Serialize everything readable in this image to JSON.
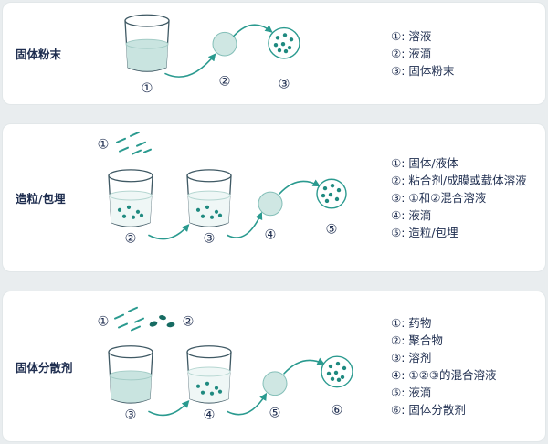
{
  "colors": {
    "accent_teal": "#2a9a8f",
    "liquid_fill": "#c9e4e0",
    "dot_teal": "#1f8a80",
    "text": "#1e2d4f",
    "panel_bg": "#ffffff",
    "page_bg": "#e9edef"
  },
  "panels": [
    {
      "title": "固体粉末",
      "steps": [
        "①",
        "②",
        "③"
      ],
      "legend": [
        "①: 溶液",
        "②: 液滴",
        "③: 固体粉末"
      ]
    },
    {
      "title": "造粒/包埋",
      "steps": [
        "①",
        "②",
        "③",
        "④",
        "⑤"
      ],
      "legend": [
        "①: 固体/液体",
        "②: 粘合剂/成膜或载体溶液",
        "③: ①和②混合溶液",
        "④: 液滴",
        "⑤: 造粒/包埋"
      ]
    },
    {
      "title": "固体分散剂",
      "steps": [
        "①",
        "②",
        "③",
        "④",
        "⑤",
        "⑥"
      ],
      "legend": [
        "①: 药物",
        "②: 聚合物",
        "③: 溶剂",
        "④: ①②③的混合溶液",
        "⑤: 液滴",
        "⑥: 固体分散剂"
      ]
    }
  ]
}
